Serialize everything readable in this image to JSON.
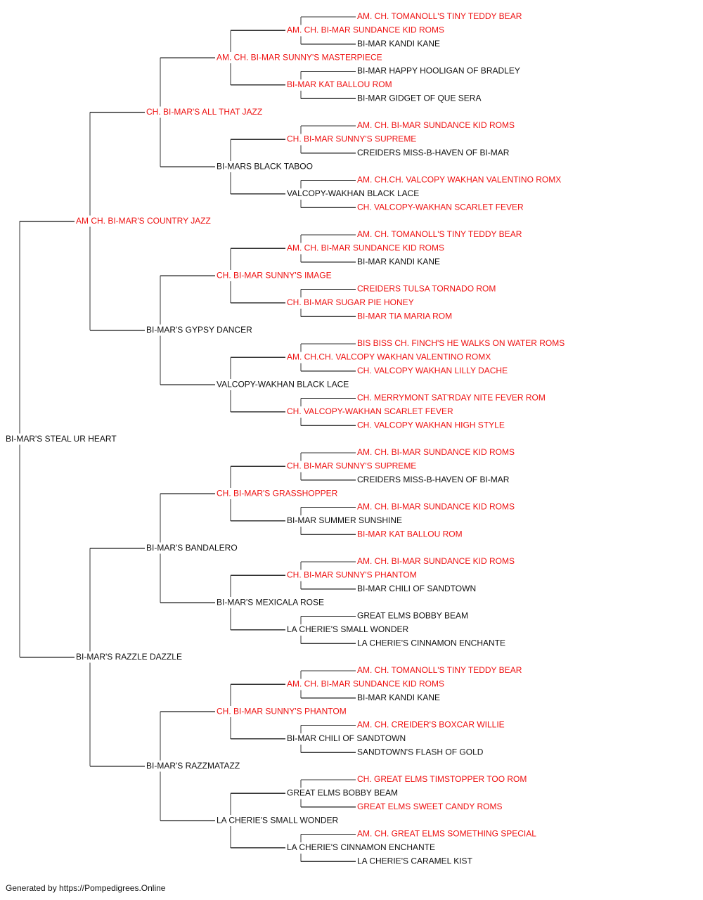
{
  "colors": {
    "titled": "#ee1111",
    "untitled": "#111111",
    "connector": "#333333"
  },
  "pedigree": {
    "name": "BI-MAR'S STEAL UR HEART",
    "titled": false,
    "sire": {
      "name": "AM CH. BI-MAR'S COUNTRY JAZZ",
      "titled": true,
      "sire": {
        "name": "CH. BI-MAR'S ALL THAT JAZZ",
        "titled": true,
        "sire": {
          "name": "AM. CH. BI-MAR SUNNY'S MASTERPIECE",
          "titled": true,
          "sire": {
            "name": "AM. CH. BI-MAR SUNDANCE KID ROMS",
            "titled": true,
            "sire": {
              "name": "AM. CH. TOMANOLL'S TINY TEDDY BEAR",
              "titled": true
            },
            "dam": {
              "name": "BI-MAR KANDI KANE",
              "titled": false
            }
          },
          "dam": {
            "name": "BI-MAR KAT BALLOU ROM",
            "titled": true,
            "sire": {
              "name": "BI-MAR HAPPY HOOLIGAN OF BRADLEY",
              "titled": false
            },
            "dam": {
              "name": "BI-MAR GIDGET OF QUE SERA",
              "titled": false
            }
          }
        },
        "dam": {
          "name": "BI-MARS BLACK TABOO",
          "titled": false,
          "sire": {
            "name": "CH. BI-MAR SUNNY'S SUPREME",
            "titled": true,
            "sire": {
              "name": "AM. CH. BI-MAR SUNDANCE KID ROMS",
              "titled": true
            },
            "dam": {
              "name": "CREIDERS MISS-B-HAVEN OF BI-MAR",
              "titled": false
            }
          },
          "dam": {
            "name": "VALCOPY-WAKHAN BLACK LACE",
            "titled": false,
            "sire": {
              "name": "AM. CH.CH. VALCOPY WAKHAN VALENTINO ROMX",
              "titled": true
            },
            "dam": {
              "name": "CH. VALCOPY-WAKHAN SCARLET FEVER",
              "titled": true
            }
          }
        }
      },
      "dam": {
        "name": "BI-MAR'S GYPSY DANCER",
        "titled": false,
        "sire": {
          "name": "CH. BI-MAR SUNNY'S IMAGE",
          "titled": true,
          "sire": {
            "name": "AM. CH. BI-MAR SUNDANCE KID ROMS",
            "titled": true,
            "sire": {
              "name": "AM. CH. TOMANOLL'S TINY TEDDY BEAR",
              "titled": true
            },
            "dam": {
              "name": "BI-MAR KANDI KANE",
              "titled": false
            }
          },
          "dam": {
            "name": "CH. BI-MAR SUGAR PIE HONEY",
            "titled": true,
            "sire": {
              "name": "CREIDERS TULSA TORNADO ROM",
              "titled": true
            },
            "dam": {
              "name": "BI-MAR TIA MARIA ROM",
              "titled": true
            }
          }
        },
        "dam": {
          "name": "VALCOPY-WAKHAN BLACK LACE",
          "titled": false,
          "sire": {
            "name": "AM. CH.CH. VALCOPY WAKHAN VALENTINO ROMX",
            "titled": true,
            "sire": {
              "name": "BIS BISS CH. FINCH'S HE WALKS ON WATER ROMS",
              "titled": true
            },
            "dam": {
              "name": "CH. VALCOPY WAKHAN LILLY DACHE",
              "titled": true
            }
          },
          "dam": {
            "name": "CH. VALCOPY-WAKHAN SCARLET FEVER",
            "titled": true,
            "sire": {
              "name": "CH. MERRYMONT SAT'RDAY NITE FEVER ROM",
              "titled": true
            },
            "dam": {
              "name": "CH. VALCOPY WAKHAN HIGH STYLE",
              "titled": true
            }
          }
        }
      }
    },
    "dam": {
      "name": "BI-MAR'S RAZZLE DAZZLE",
      "titled": false,
      "sire": {
        "name": "BI-MAR'S BANDALERO",
        "titled": false,
        "sire": {
          "name": "CH. BI-MAR'S GRASSHOPPER",
          "titled": true,
          "sire": {
            "name": "CH. BI-MAR SUNNY'S SUPREME",
            "titled": true,
            "sire": {
              "name": "AM. CH. BI-MAR SUNDANCE KID ROMS",
              "titled": true
            },
            "dam": {
              "name": "CREIDERS MISS-B-HAVEN OF BI-MAR",
              "titled": false
            }
          },
          "dam": {
            "name": "BI-MAR SUMMER SUNSHINE",
            "titled": false,
            "sire": {
              "name": "AM. CH. BI-MAR SUNDANCE KID ROMS",
              "titled": true
            },
            "dam": {
              "name": "BI-MAR KAT BALLOU ROM",
              "titled": true
            }
          }
        },
        "dam": {
          "name": "BI-MAR'S MEXICALA ROSE",
          "titled": false,
          "sire": {
            "name": "CH. BI-MAR SUNNY'S PHANTOM",
            "titled": true,
            "sire": {
              "name": "AM. CH. BI-MAR SUNDANCE KID ROMS",
              "titled": true
            },
            "dam": {
              "name": "BI-MAR CHILI OF SANDTOWN",
              "titled": false
            }
          },
          "dam": {
            "name": "LA CHERIE'S SMALL WONDER",
            "titled": false,
            "sire": {
              "name": "GREAT ELMS BOBBY BEAM",
              "titled": false
            },
            "dam": {
              "name": "LA CHERIE'S CINNAMON ENCHANTE",
              "titled": false
            }
          }
        }
      },
      "dam": {
        "name": "BI-MAR'S RAZZMATAZZ",
        "titled": false,
        "sire": {
          "name": "CH. BI-MAR SUNNY'S PHANTOM",
          "titled": true,
          "sire": {
            "name": "AM. CH. BI-MAR SUNDANCE KID ROMS",
            "titled": true,
            "sire": {
              "name": "AM. CH. TOMANOLL'S TINY TEDDY BEAR",
              "titled": true
            },
            "dam": {
              "name": "BI-MAR KANDI KANE",
              "titled": false
            }
          },
          "dam": {
            "name": "BI-MAR CHILI OF SANDTOWN",
            "titled": false,
            "sire": {
              "name": "AM. CH. CREIDER'S BOXCAR WILLIE",
              "titled": true
            },
            "dam": {
              "name": "SANDTOWN'S FLASH OF GOLD",
              "titled": false
            }
          }
        },
        "dam": {
          "name": "LA CHERIE'S SMALL WONDER",
          "titled": false,
          "sire": {
            "name": "GREAT ELMS BOBBY BEAM",
            "titled": false,
            "sire": {
              "name": "CH. GREAT ELMS TIMSTOPPER TOO ROM",
              "titled": true
            },
            "dam": {
              "name": "GREAT ELMS SWEET CANDY ROMS",
              "titled": true
            }
          },
          "dam": {
            "name": "LA CHERIE'S CINNAMON ENCHANTE",
            "titled": false,
            "sire": {
              "name": "AM. CH. GREAT ELMS SOMETHING SPECIAL",
              "titled": true
            },
            "dam": {
              "name": "LA CHERIE'S CARAMEL KIST",
              "titled": false
            }
          }
        }
      }
    }
  },
  "footer": {
    "text": "Generated by https://Pompedigrees.Online"
  }
}
